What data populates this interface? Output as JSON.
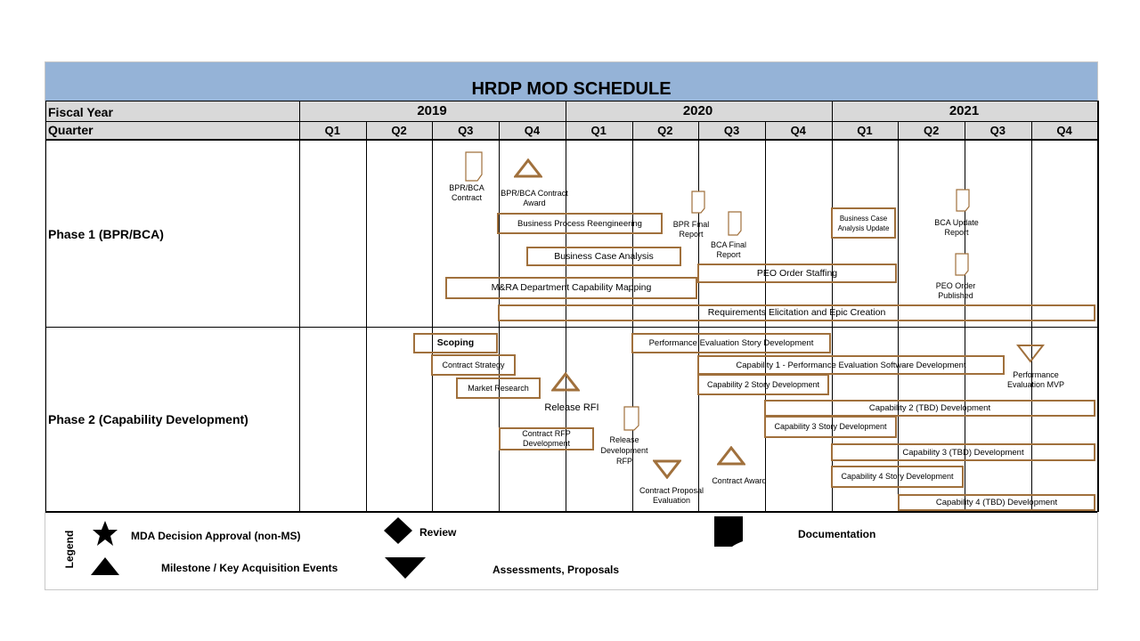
{
  "title": "HRDP MOD SCHEDULE",
  "header": {
    "fiscal_year_label": "Fiscal Year",
    "quarter_label": "Quarter",
    "years": [
      "2019",
      "2020",
      "2021"
    ],
    "quarters": [
      "Q1",
      "Q2",
      "Q3",
      "Q4",
      "Q1",
      "Q2",
      "Q3",
      "Q4",
      "Q1",
      "Q2",
      "Q3",
      "Q4"
    ]
  },
  "phases": {
    "phase1": "Phase 1 (BPR/BCA)",
    "phase2": "Phase 2 (Capability Development)"
  },
  "phase1": {
    "bars": {
      "bpr": "Business Process Reengineering",
      "bca": "Business Case Analysis",
      "peo_staffing": "PEO Order Staffing",
      "mra": "M&RA Department Capability Mapping",
      "requirements": "Requirements Elicitation  and  Epic Creation",
      "bca_update": "Business Case Analysis Update"
    },
    "labels": {
      "bpr_bca_contract": "BPR/BCA Contract",
      "bpr_bca_award": "BPR/BCA Contract Award",
      "bpr_final": "BPR Final Report",
      "bca_final": "BCA Final Report",
      "bca_update_report": "BCA Update Report",
      "peo_published": "PEO Order Published"
    }
  },
  "phase2": {
    "bars": {
      "scoping": "Scoping",
      "contract_strategy": "Contract Strategy",
      "market_research": "Market Research",
      "contract_rfp": "Contract RFP Development",
      "perf_eval_story": "Performance Evaluation Story Development",
      "cap1": "Capability 1 - Performance Evaluation Software Development",
      "cap2_story": "Capability 2 Story Development",
      "cap2": "Capability 2  (TBD) Development",
      "cap3_story": "Capability 3 Story Development",
      "cap3": "Capability 3  (TBD) Development",
      "cap4_story": "Capability 4 Story Development",
      "cap4": "Capability 4  (TBD) Development"
    },
    "labels": {
      "release_rfi": "Release RFI",
      "release_dev_rfp": "Release Development RFP",
      "contract_proposal_eval": "Contract Proposal Evaluation",
      "contract_award": "Contract Award",
      "perf_eval_mvp": "Performance Evaluation MVP"
    }
  },
  "legend": {
    "title": "Legend",
    "mda": "MDA Decision Approval (non-MS)",
    "review": "Review",
    "documentation": "Documentation",
    "milestone": "Milestone / Key Acquisition Events",
    "assessments": "Assessments, Proposals"
  },
  "colors": {
    "title_bar": "#95b3d7",
    "header_gray": "#d9d9d9",
    "bar_border": "#a0703c"
  }
}
